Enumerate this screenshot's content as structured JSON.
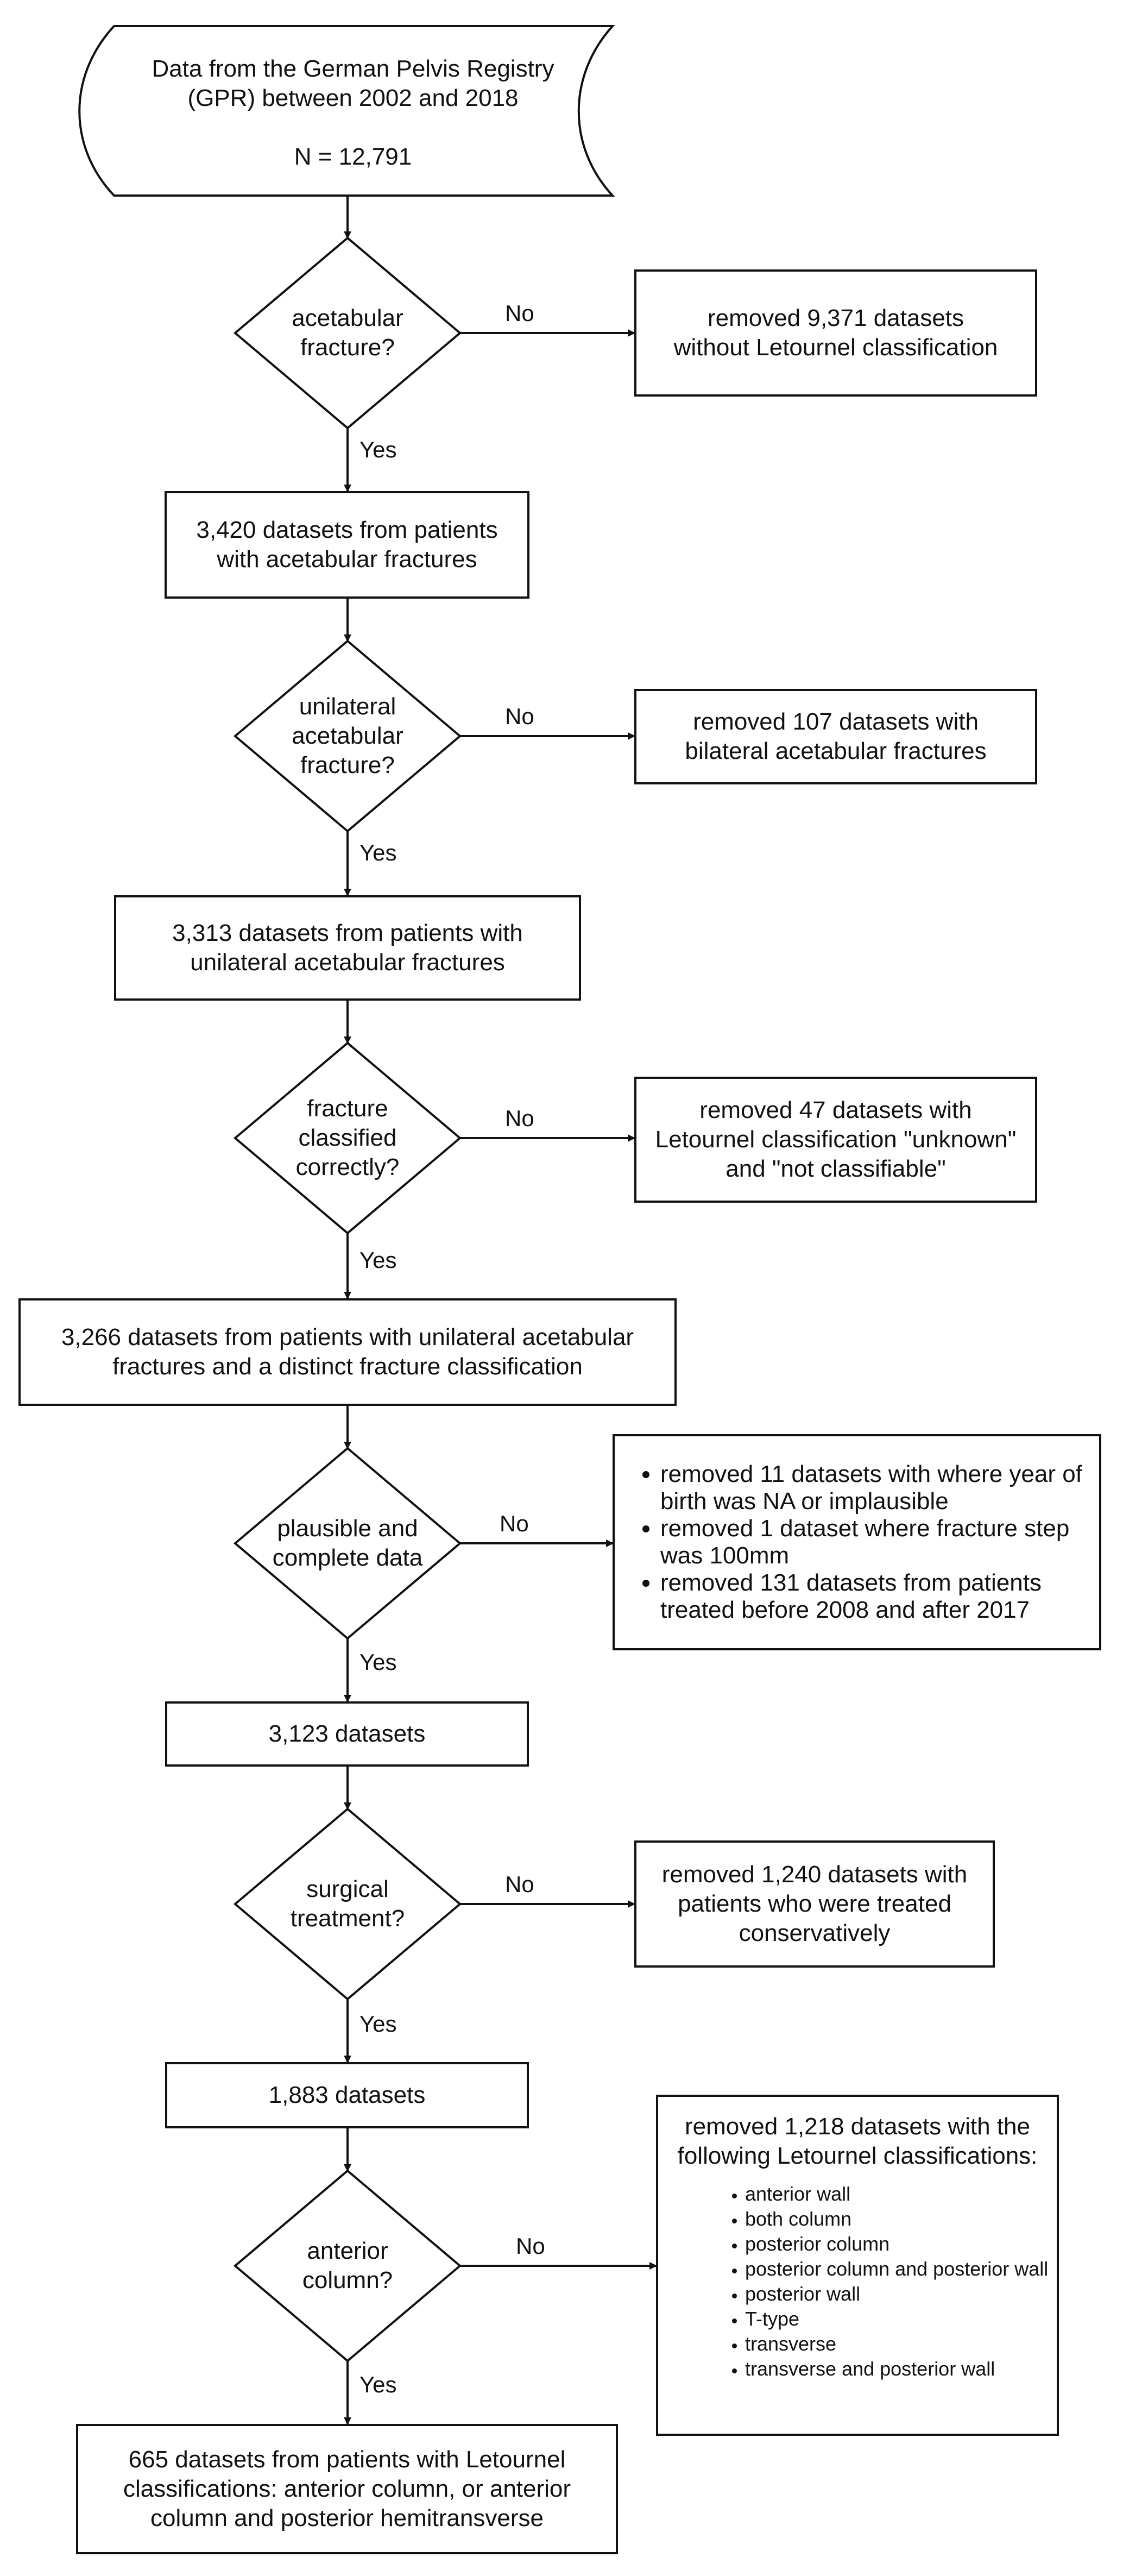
{
  "start": {
    "text": "Data from the German Pelvis Registry\n(GPR) between 2002 and 2018\n\nN = 12,791"
  },
  "decisions": [
    {
      "text": "acetabular\nfracture?",
      "yes": "Yes",
      "no": "No"
    },
    {
      "text": "unilateral\nacetabular\nfracture?",
      "yes": "Yes",
      "no": "No"
    },
    {
      "text": "fracture\nclassified\ncorrectly?",
      "yes": "Yes",
      "no": "No"
    },
    {
      "text": "plausible and\ncomplete data",
      "yes": "Yes",
      "no": "No"
    },
    {
      "text": "surgical\ntreatment?",
      "yes": "Yes",
      "no": "No"
    },
    {
      "text": "anterior\ncolumn?",
      "yes": "Yes",
      "no": "No"
    }
  ],
  "steps": [
    {
      "text": "3,420 datasets from patients\nwith acetabular fractures"
    },
    {
      "text": "3,313 datasets from patients with\nunilateral acetabular fractures"
    },
    {
      "text": "3,266 datasets from patients with unilateral acetabular\nfractures and a distinct fracture classification"
    },
    {
      "text": "3,123 datasets"
    },
    {
      "text": "1,883 datasets"
    },
    {
      "text": "665 datasets from patients with Letournel\nclassifications: anterior column, or anterior\ncolumn and posterior hemitransverse"
    }
  ],
  "removals": [
    {
      "text": "removed 9,371 datasets\nwithout Letournel classification"
    },
    {
      "text": "removed 107 datasets with\nbilateral acetabular fractures"
    },
    {
      "text": "removed 47 datasets with\nLetournel classification \"unknown\"\nand \"not classifiable\""
    },
    {
      "items": [
        "removed 11 datasets with where year of birth was NA or implausible",
        "removed 1 dataset where fracture step was 100mm",
        "removed 131 datasets from patients treated before 2008 and after 2017"
      ]
    },
    {
      "text": "removed 1,240 datasets with\npatients who were treated\nconservatively"
    },
    {
      "heading": "removed 1,218 datasets with the\nfollowing Letournel classifications:",
      "items": [
        "anterior wall",
        "both column",
        "posterior column",
        "posterior column and posterior wall",
        "posterior wall",
        "T-type",
        "transverse",
        "transverse and posterior wall"
      ]
    }
  ]
}
